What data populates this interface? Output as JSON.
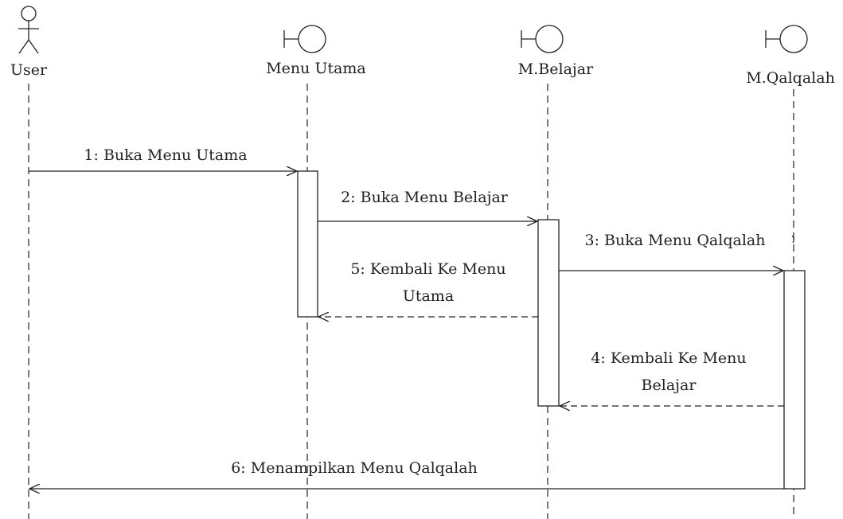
{
  "actor": {
    "label": "User"
  },
  "lifelines": [
    {
      "label": "Menu Utama"
    },
    {
      "label": "M.Belajar"
    },
    {
      "label": "M.Qalqalah"
    }
  ],
  "messages": [
    {
      "text": "1: Buka Menu Utama",
      "style": "sync"
    },
    {
      "text": "2: Buka Menu Belajar",
      "style": "sync"
    },
    {
      "text": "3: Buka  Menu Qalqalah",
      "style": "sync"
    },
    {
      "text_line1": "4: Kembali Ke Menu",
      "text_line2": "Belajar",
      "style": "return"
    },
    {
      "text_line1": "5: Kembali Ke Menu",
      "text_line2": "Utama",
      "style": "return"
    },
    {
      "text": "6: Menampilkan Menu Qalqalah",
      "style": "async"
    }
  ],
  "colors": {
    "line": "#222222",
    "background": "#ffffff"
  }
}
